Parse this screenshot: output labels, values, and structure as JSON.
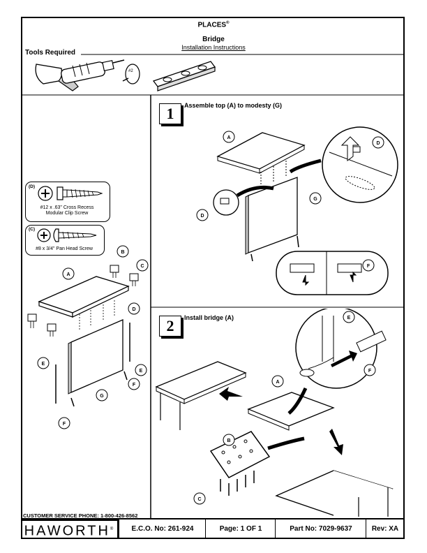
{
  "header": {
    "brand": "PLACES",
    "reg_mark": "®",
    "product": "Bridge",
    "doc_type": "Installation Instructions"
  },
  "tools": {
    "label": "Tools Required",
    "bit_label": "#2"
  },
  "parts": {
    "screw_d": {
      "tag": "(D)",
      "desc_line1": "#12 x .63\" Cross Recess",
      "desc_line2": "Modular Clip Screw"
    },
    "screw_c": {
      "tag": "(C)",
      "desc": "#8 x 3/4\" Pan Head Screw"
    }
  },
  "callouts": [
    "A",
    "B",
    "C",
    "D",
    "E",
    "F",
    "G"
  ],
  "steps": [
    {
      "number": "1",
      "text": "Assemble top (A) to modesty (G)"
    },
    {
      "number": "2",
      "text": "Install bridge (A)"
    }
  ],
  "footer": {
    "customer_service": "CUSTOMER SERVICE PHONE: 1-800-426-8562",
    "logo": "HAWORTH",
    "logo_reg": "®",
    "eco": "E.C.O. No: 261-924",
    "page": "Page:  1 OF 1",
    "part_no": "Part No:  7029-9637",
    "rev": "Rev:  XA"
  }
}
